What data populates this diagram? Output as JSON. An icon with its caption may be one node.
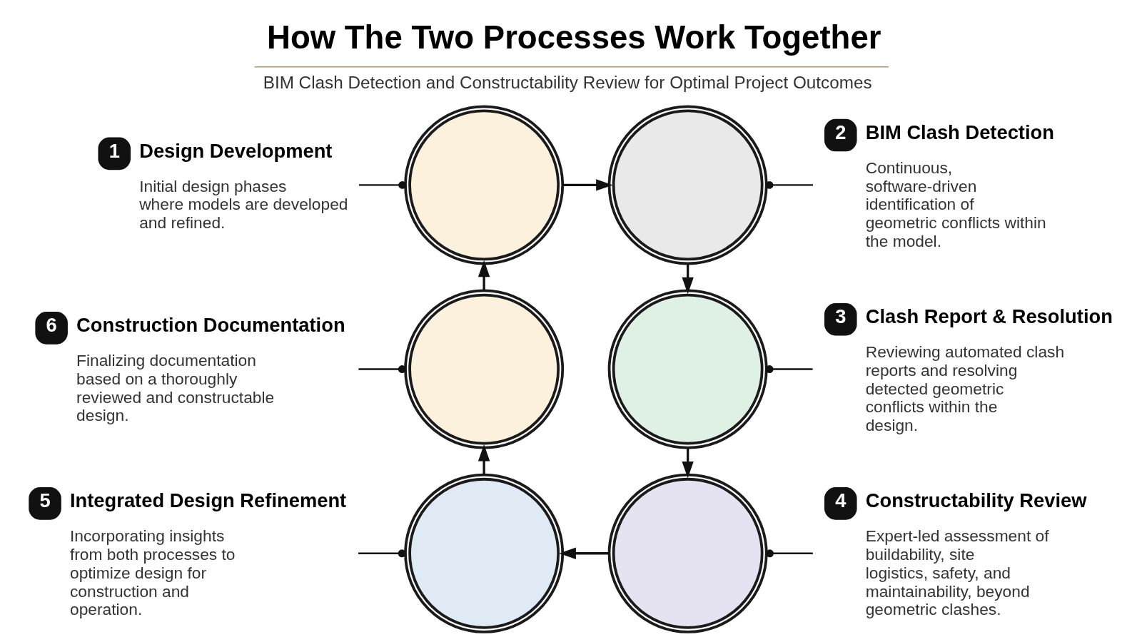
{
  "diagram": {
    "title": "How The Two Processes Work Together",
    "caption": "BIM Clash Detection and Constructability Review for Optimal Project Outcomes",
    "nodes": [
      {
        "text": [
          "1",
          "Design Development",
          "Initial design phases where models are developed and refined."
        ]
      },
      {
        "text": [],
        "shape": "picture"
      },
      {
        "text": [],
        "shape": "picture"
      },
      {
        "text": [
          "2",
          "BIM Clash Detection",
          "Continuous, software-driven identification of geometric conflicts within the model."
        ]
      },
      {
        "text": [
          "6",
          "Construction Documentation",
          "Finalizing documentation based on a thoroughly reviewed and constructable design."
        ]
      },
      {
        "text": [],
        "shape": "picture"
      },
      {
        "text": [],
        "shape": "picture"
      },
      {
        "text": [
          "3",
          "Clash Report & Resolution",
          "Reviewing automated clash reports and resolving detected geometric conflicts within the design."
        ]
      },
      {
        "text": [
          "5",
          "Integrated Design Refinement",
          "Incorporating insights from both processes to optimize design for construction and operation."
        ]
      },
      {
        "text": [],
        "shape": "picture"
      },
      {
        "text": [],
        "shape": "picture"
      },
      {
        "text": [
          "4",
          "Constructability Review",
          "Expert-led assessment of buildability, site logistics, safety, and maintainability, beyond geometric clashes."
        ]
      }
    ],
    "edges": [
      {
        "from": 1,
        "to": 2,
        "arrow": "to"
      },
      {
        "from": 2,
        "to": 6,
        "arrow": "to"
      },
      {
        "from": 6,
        "to": 10,
        "arrow": "to"
      },
      {
        "from": 10,
        "to": 9,
        "arrow": "to"
      },
      {
        "from": 9,
        "to": 5,
        "arrow": "to"
      },
      {
        "from": 5,
        "to": 1,
        "arrow": "to"
      },
      {
        "from": 0,
        "to": 1,
        "arrow": "other"
      },
      {
        "from": 3,
        "to": 2,
        "arrow": "other"
      },
      {
        "from": 4,
        "to": 5,
        "arrow": "other"
      },
      {
        "from": 7,
        "to": 6,
        "arrow": "other"
      },
      {
        "from": 8,
        "to": 9,
        "arrow": "other"
      },
      {
        "from": 11,
        "to": 10,
        "arrow": "other"
      }
    ]
  }
}
